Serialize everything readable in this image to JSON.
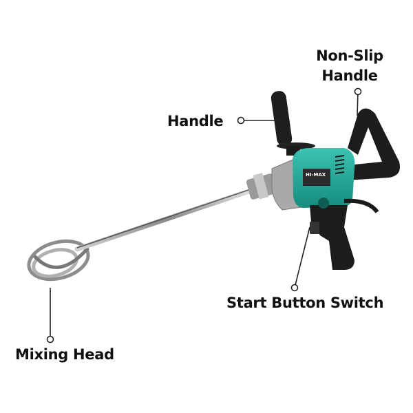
{
  "product": {
    "brand_logo": "HI-MAX",
    "accent_color": "#1fa595"
  },
  "labels": {
    "non_slip_handle_line1": "Non-Slip",
    "non_slip_handle_line2": "Handle",
    "handle": "Handle",
    "start_button_switch": "Start Button Switch",
    "mixing_head": "Mixing Head"
  }
}
